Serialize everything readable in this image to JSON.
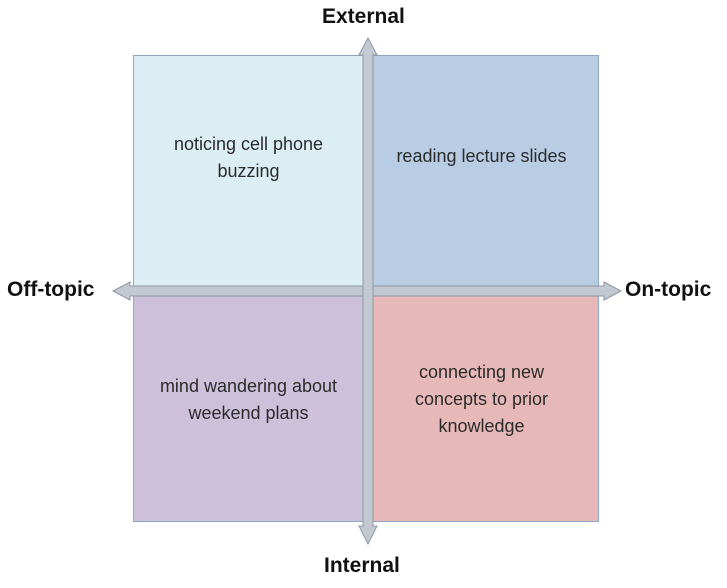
{
  "axes": {
    "top": "External",
    "bottom": "Internal",
    "left": "Off-topic",
    "right": "On-topic"
  },
  "quadrants": {
    "top_left": "noticing cell phone buzzing",
    "top_right": "reading lecture slides",
    "bottom_left": "mind wandering about weekend plans",
    "bottom_right": "connecting new concepts to prior knowledge"
  },
  "colors": {
    "top_left": "#dbeef4",
    "top_right": "#b8cce4",
    "bottom_left": "#ccc0da",
    "bottom_right": "#e6b9b8",
    "arrow_fill": "#c3c9d1",
    "arrow_stroke": "#8c96a3"
  }
}
